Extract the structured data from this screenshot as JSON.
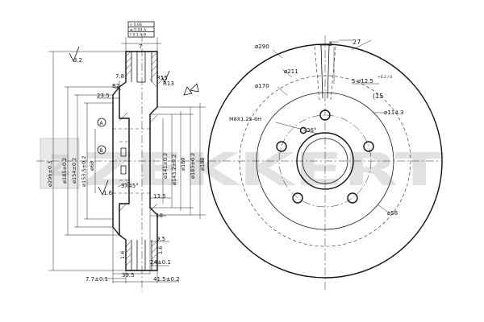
{
  "brand": {
    "name": "ZEKKERT",
    "color": "#e6e6e6"
  },
  "tolerance_box": {
    "row1": "⌭ 0.04",
    "row2": "⌯ 0.04 A",
    "row3": "⫽ 0.1 A B"
  },
  "side_view": {
    "roughness_32": "3.2",
    "dim_7": "7",
    "dim_78": "7.8",
    "dim_r15": "R15",
    "dim_r2": "R2",
    "dim_r13": "R13",
    "dim_235": "23.5",
    "dim_296": "ø296±0.3",
    "dim_185": "ø185±0.2",
    "dim_154": "ø154±0.2",
    "dim_1535": "ø153.5±0.2",
    "dim_68": "ø68",
    "dim_141": "ø141±0.2",
    "dim_1432": "ø143.2±0.2",
    "dim_160": "ø160",
    "dim_183": "ø183±0.2",
    "dim_188": "ø188",
    "dim_16a": "1.6",
    "dim_chamfer": "3X45°",
    "dim_135": "13.5",
    "dim_10": "10",
    "dim_95": "9.5",
    "dim_16b": "1.6",
    "dim_16c": "1.6",
    "dim_24": "24±0.1",
    "dim_77": "7.7±0.1",
    "dim_395": "39.5",
    "dim_415": "41.5±0.2",
    "datum_a": "A",
    "datum_b": "B"
  },
  "front_view": {
    "dim_290": "ø290",
    "dim_211": "ø211",
    "dim_170": "ø170",
    "dim_5": "5",
    "dim_27": "27",
    "dim_holes": "5-ø12.5",
    "dim_holes_tol": "+0.2 / 0",
    "dim_15": "(15",
    "dim_1143": "ø114.3",
    "dim_thread": "M8X1.25-6H",
    "dim_36": "36°",
    "dim_56": "ø56"
  }
}
